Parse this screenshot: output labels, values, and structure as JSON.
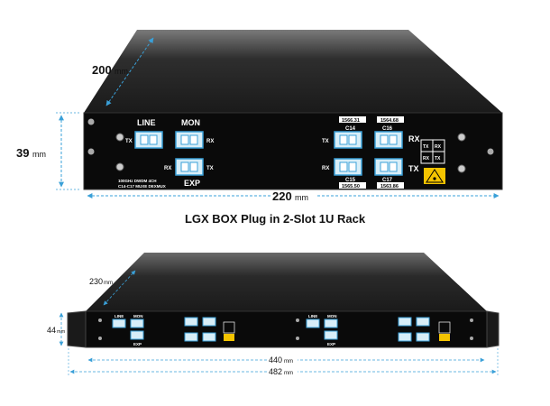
{
  "top_unit": {
    "depth_value": "200",
    "depth_unit": "mm",
    "height_value": "39",
    "height_unit": "mm",
    "width_value": "220",
    "width_unit": "mm",
    "left_module": {
      "line": "LINE",
      "mon": "MON",
      "exp": "EXP",
      "tx": "TX",
      "rx": "RX",
      "description_line1": "100GHz DWDM 4CH",
      "description_line2": "C14-C17 MUXE DEXMUX"
    },
    "right_module": {
      "freq_c14": "1566.31",
      "freq_c16": "1564.68",
      "freq_c15": "1565.50",
      "freq_c17": "1563.86",
      "ch_c14": "C14",
      "ch_c16": "C16",
      "ch_c15": "C15",
      "ch_c17": "C17",
      "tx": "TX",
      "rx": "RX"
    }
  },
  "caption": "LGX BOX Plug in 2-Slot 1U Rack",
  "rack_unit": {
    "depth_value": "230",
    "depth_unit": "mm",
    "height_value": "44",
    "height_unit": "mm",
    "inner_width_value": "440",
    "inner_width_unit": "mm",
    "outer_width_value": "482",
    "outer_width_unit": "mm",
    "line": "LINE",
    "mon": "MON",
    "exp": "EXP"
  }
}
